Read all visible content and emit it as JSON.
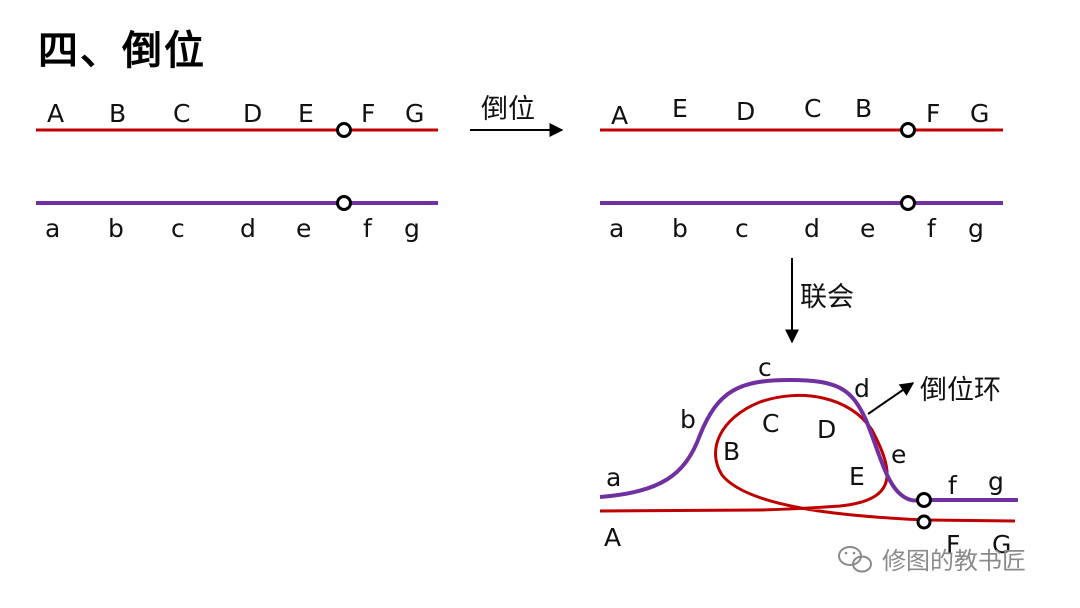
{
  "title": "四、倒位",
  "colors": {
    "red": "#c00000",
    "purple": "#7030a0",
    "black": "#000000",
    "watermark": "#8a8a8a"
  },
  "labels": {
    "invert": "倒位",
    "synapsis": "联会",
    "loop": "倒位环"
  },
  "normal_upper": [
    "A",
    "B",
    "C",
    "D",
    "E",
    "F",
    "G"
  ],
  "normal_lower": [
    "a",
    "b",
    "c",
    "d",
    "e",
    "f",
    "g"
  ],
  "inverted_upper": [
    "A",
    "E",
    "D",
    "C",
    "B",
    "F",
    "G"
  ],
  "inverted_lower": [
    "a",
    "b",
    "c",
    "d",
    "e",
    "f",
    "g"
  ],
  "loop_outer": [
    "a",
    "b",
    "c",
    "d",
    "e",
    "f",
    "g"
  ],
  "loop_inner": [
    "B",
    "C",
    "D",
    "E"
  ],
  "loop_bottom": [
    "A",
    "F",
    "G"
  ],
  "watermark": {
    "icon": "wechat-icon",
    "text": "修图的教书匠"
  }
}
